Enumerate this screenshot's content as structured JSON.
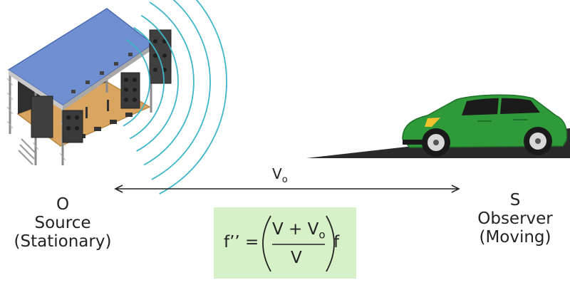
{
  "source": {
    "letter": "O",
    "name": "Source",
    "state": "(Stationary)"
  },
  "observer": {
    "letter": "S",
    "name": "Observer",
    "state": "(Moving)"
  },
  "velocity": {
    "symbol": "V",
    "subscript": "o"
  },
  "formula": {
    "lhs": "f’’ =",
    "numerator_base": "V + V",
    "numerator_sub": "o",
    "denominator": "V",
    "trailing": "f"
  },
  "colors": {
    "wave": "#3fb6c8",
    "car_body": "#2e9a3a",
    "formula_bg": "#d6f0c8",
    "stage_roof": "#6f8fd0",
    "stage_floor": "#d9a560"
  }
}
